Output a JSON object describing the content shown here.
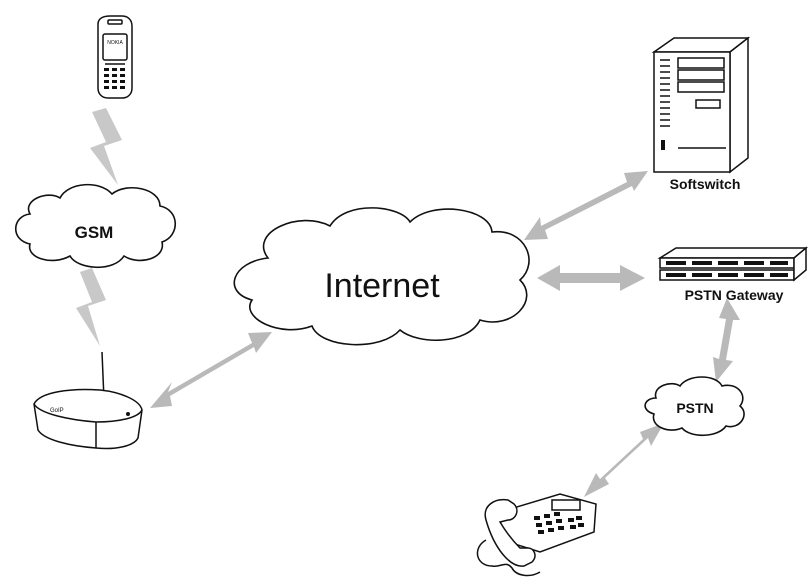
{
  "labels": {
    "internet": "Internet",
    "gsm": "GSM",
    "pstn": "PSTN",
    "softswitch": "Softswitch",
    "pstn_gateway": "PSTN Gateway",
    "phone_brand": "NOKIA",
    "gateway_brand": "GoIP"
  }
}
